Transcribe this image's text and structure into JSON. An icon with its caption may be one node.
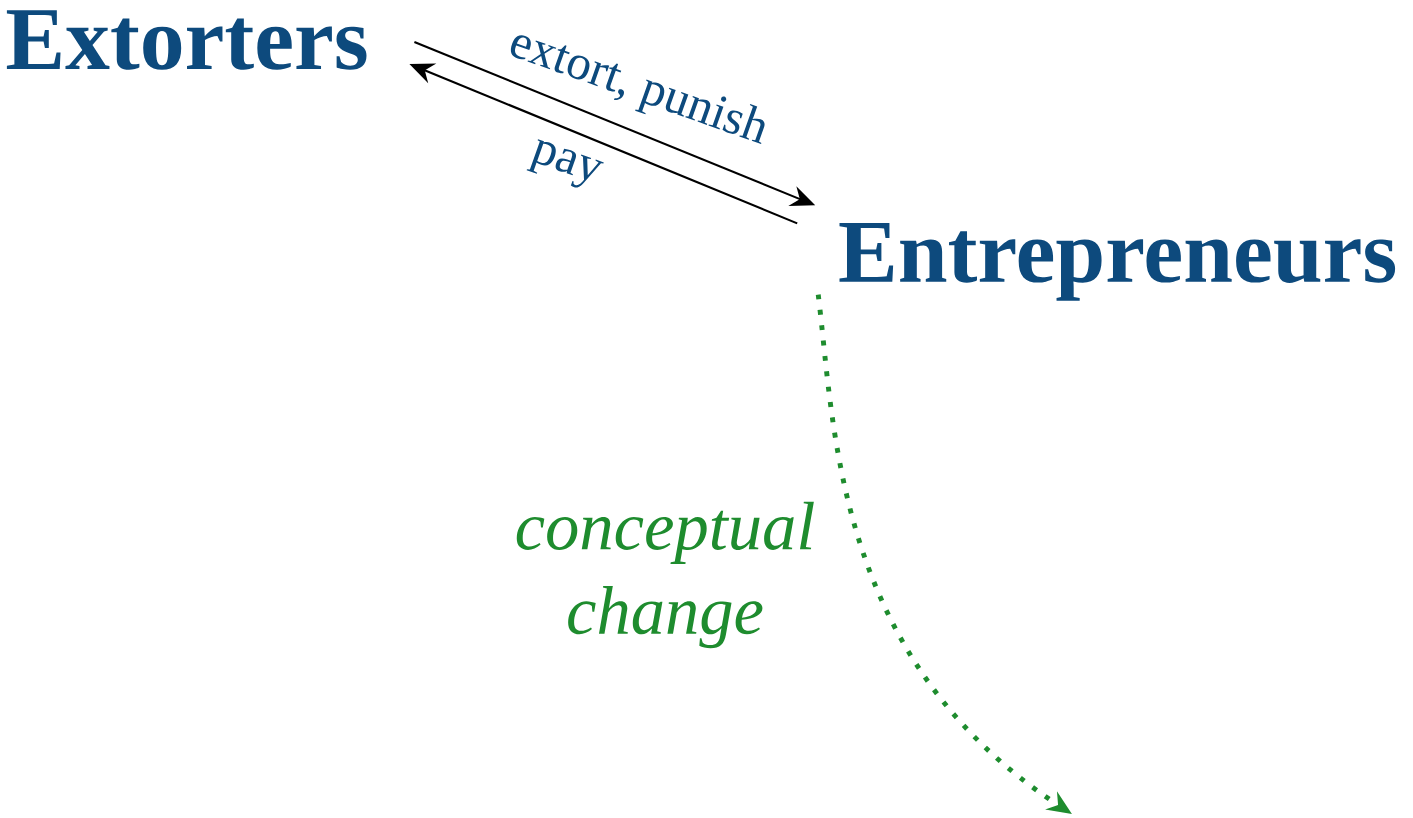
{
  "diagram": {
    "nodes": [
      {
        "text": [
          "Extorters"
        ]
      },
      {
        "text": [
          "Entrepreneurs"
        ]
      }
    ],
    "edges": [
      {
        "from": 0,
        "to": 1,
        "arrow": "to",
        "label": "extort, punish"
      },
      {
        "from": 1,
        "to": 0,
        "arrow": "to",
        "label": "pay"
      },
      {
        "from": 1,
        "to": null,
        "arrow": "to",
        "label": "conceptual change",
        "style": "dashed",
        "color": "#1e8c2e"
      }
    ]
  }
}
